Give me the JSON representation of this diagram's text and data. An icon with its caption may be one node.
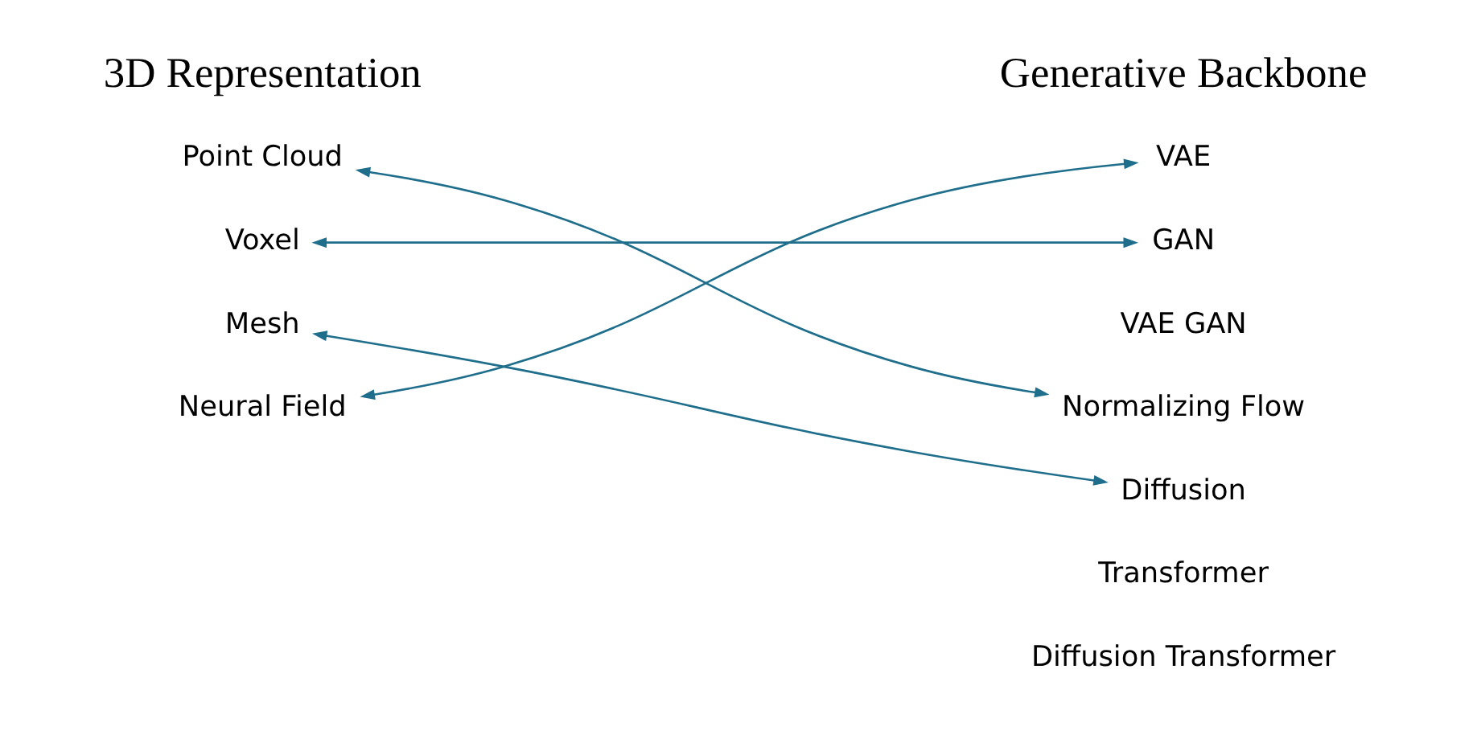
{
  "diagram": {
    "nodes": [
      {
        "text": [
          "Point Cloud"
        ]
      },
      {
        "text": [
          "Voxel"
        ]
      },
      {
        "text": [
          "Mesh"
        ]
      },
      {
        "text": [
          "Neural Field"
        ]
      },
      {
        "text": [
          "VAE"
        ]
      },
      {
        "text": [
          "GAN"
        ]
      },
      {
        "text": [
          "VAE GAN"
        ]
      },
      {
        "text": [
          "Normalizing Flow"
        ]
      },
      {
        "text": [
          "Diffusion"
        ]
      },
      {
        "text": [
          "Transformer"
        ]
      },
      {
        "text": [
          "Diffusion Transformer"
        ]
      }
    ],
    "edges": [
      {
        "from": 0,
        "to": 7,
        "arrow": "both"
      },
      {
        "from": 1,
        "to": 5,
        "arrow": "both"
      },
      {
        "from": 2,
        "to": 8,
        "arrow": "both"
      },
      {
        "from": 3,
        "to": 4,
        "arrow": "both"
      }
    ],
    "labels": [
      "3D Representation",
      "Generative Backbone"
    ]
  }
}
